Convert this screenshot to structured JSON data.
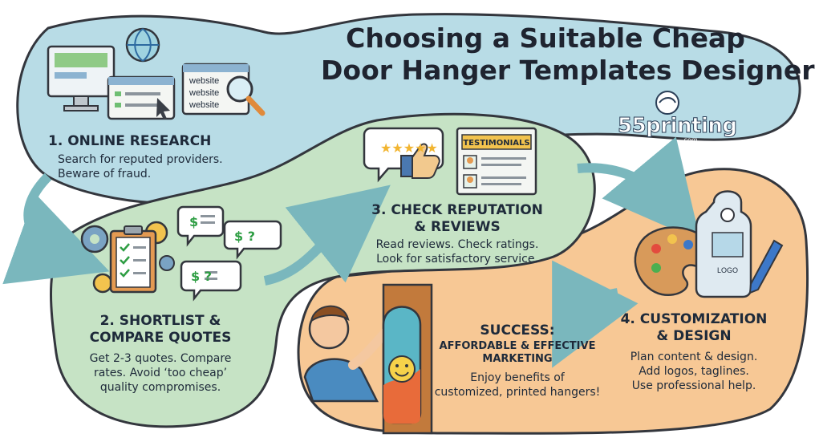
{
  "title": {
    "line1": "Choosing a Suitable Cheap",
    "line2": "Door Hanger Templates Designer"
  },
  "logo": {
    "name": "55printing",
    "sub": ".com"
  },
  "steps": [
    {
      "heading": "1. ONLINE RESEARCH",
      "text": [
        "Search for reputed providers.",
        "Beware of fraud."
      ]
    },
    {
      "heading": [
        "2. SHORTLIST &",
        "COMPARE QUOTES"
      ],
      "text": [
        "Get 2-3 quotes. Compare",
        "rates. Avoid ‘too cheap’",
        "quality compromises."
      ]
    },
    {
      "heading": [
        "3. CHECK REPUTATION",
        "& REVIEWS"
      ],
      "text": [
        "Read reviews. Check ratings.",
        "Look for satisfactory service."
      ]
    },
    {
      "heading": [
        "4. CUSTOMIZATION",
        "& DESIGN"
      ],
      "text": [
        "Plan content & design.",
        "Add logos, taglines.",
        "Use professional help."
      ]
    }
  ],
  "success": {
    "heading": "SUCCESS:",
    "subheading": [
      "AFFORDABLE & EFFECTIVE",
      "MARKETING"
    ],
    "text": [
      "Enjoy benefits of",
      "customized, printed hangers!"
    ]
  },
  "illustrations": {
    "browser_labels": [
      "website",
      "website",
      "website"
    ],
    "testimonials_label": "TESTIMONIALS",
    "hanger_logo_label": "LOGO",
    "quote_bubble_symbols": [
      "$",
      "$ ?",
      "$ ?"
    ],
    "icons": [
      "globe-icon",
      "monitor-icon",
      "magnifier-icon",
      "gears-icon",
      "clipboard-icon",
      "star-rating-icon",
      "thumbs-up-icon",
      "palette-icon",
      "pen-icon",
      "door-hanger-icon",
      "smiley-icon"
    ]
  },
  "colors": {
    "blue_panel": "#b8dce6",
    "green_panel": "#c6e3c5",
    "orange_panel": "#f7c895",
    "outline": "#33363d",
    "arrow": "#7ab7bd"
  }
}
